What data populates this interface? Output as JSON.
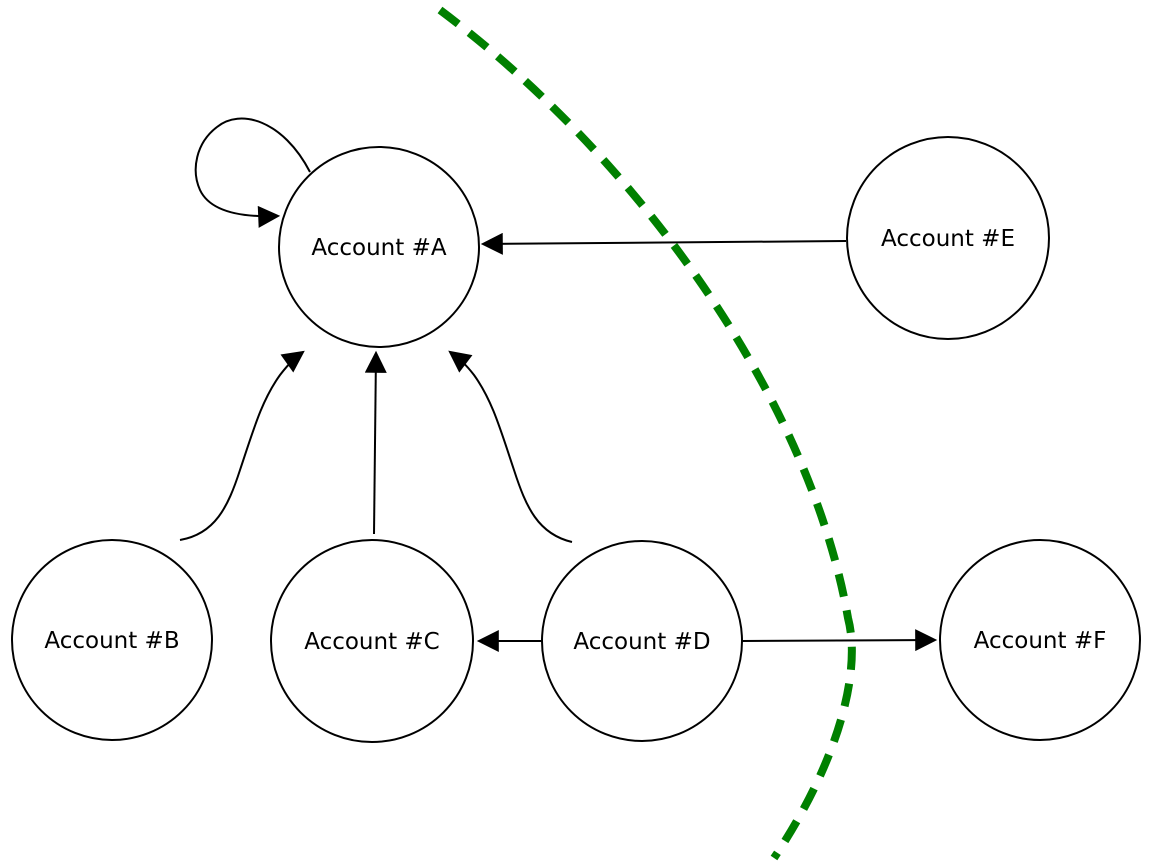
{
  "diagram": {
    "type": "directed-graph",
    "background": "#ffffff",
    "nodes": {
      "a": {
        "label": "Account #A"
      },
      "b": {
        "label": "Account #B"
      },
      "c": {
        "label": "Account #C"
      },
      "d": {
        "label": "Account #D"
      },
      "e": {
        "label": "Account #E"
      },
      "f": {
        "label": "Account #F"
      }
    },
    "edges": [
      {
        "from": "Account #A",
        "to": "Account #A",
        "shape": "self-loop"
      },
      {
        "from": "Account #B",
        "to": "Account #A",
        "shape": "curved"
      },
      {
        "from": "Account #C",
        "to": "Account #A",
        "shape": "straight"
      },
      {
        "from": "Account #D",
        "to": "Account #A",
        "shape": "curved"
      },
      {
        "from": "Account #E",
        "to": "Account #A",
        "shape": "straight"
      },
      {
        "from": "Account #D",
        "to": "Account #C",
        "shape": "straight"
      },
      {
        "from": "Account #D",
        "to": "Account #F",
        "shape": "straight"
      }
    ],
    "partition_curve": {
      "description": "green dashed boundary curve separating Account #E and Account #F from the other accounts",
      "color": "#008000",
      "stroke_style": "dashed"
    },
    "colors": {
      "node_fill": "#ffffff",
      "node_stroke": "#000000",
      "edge_stroke": "#000000",
      "label_text": "#000000"
    }
  }
}
